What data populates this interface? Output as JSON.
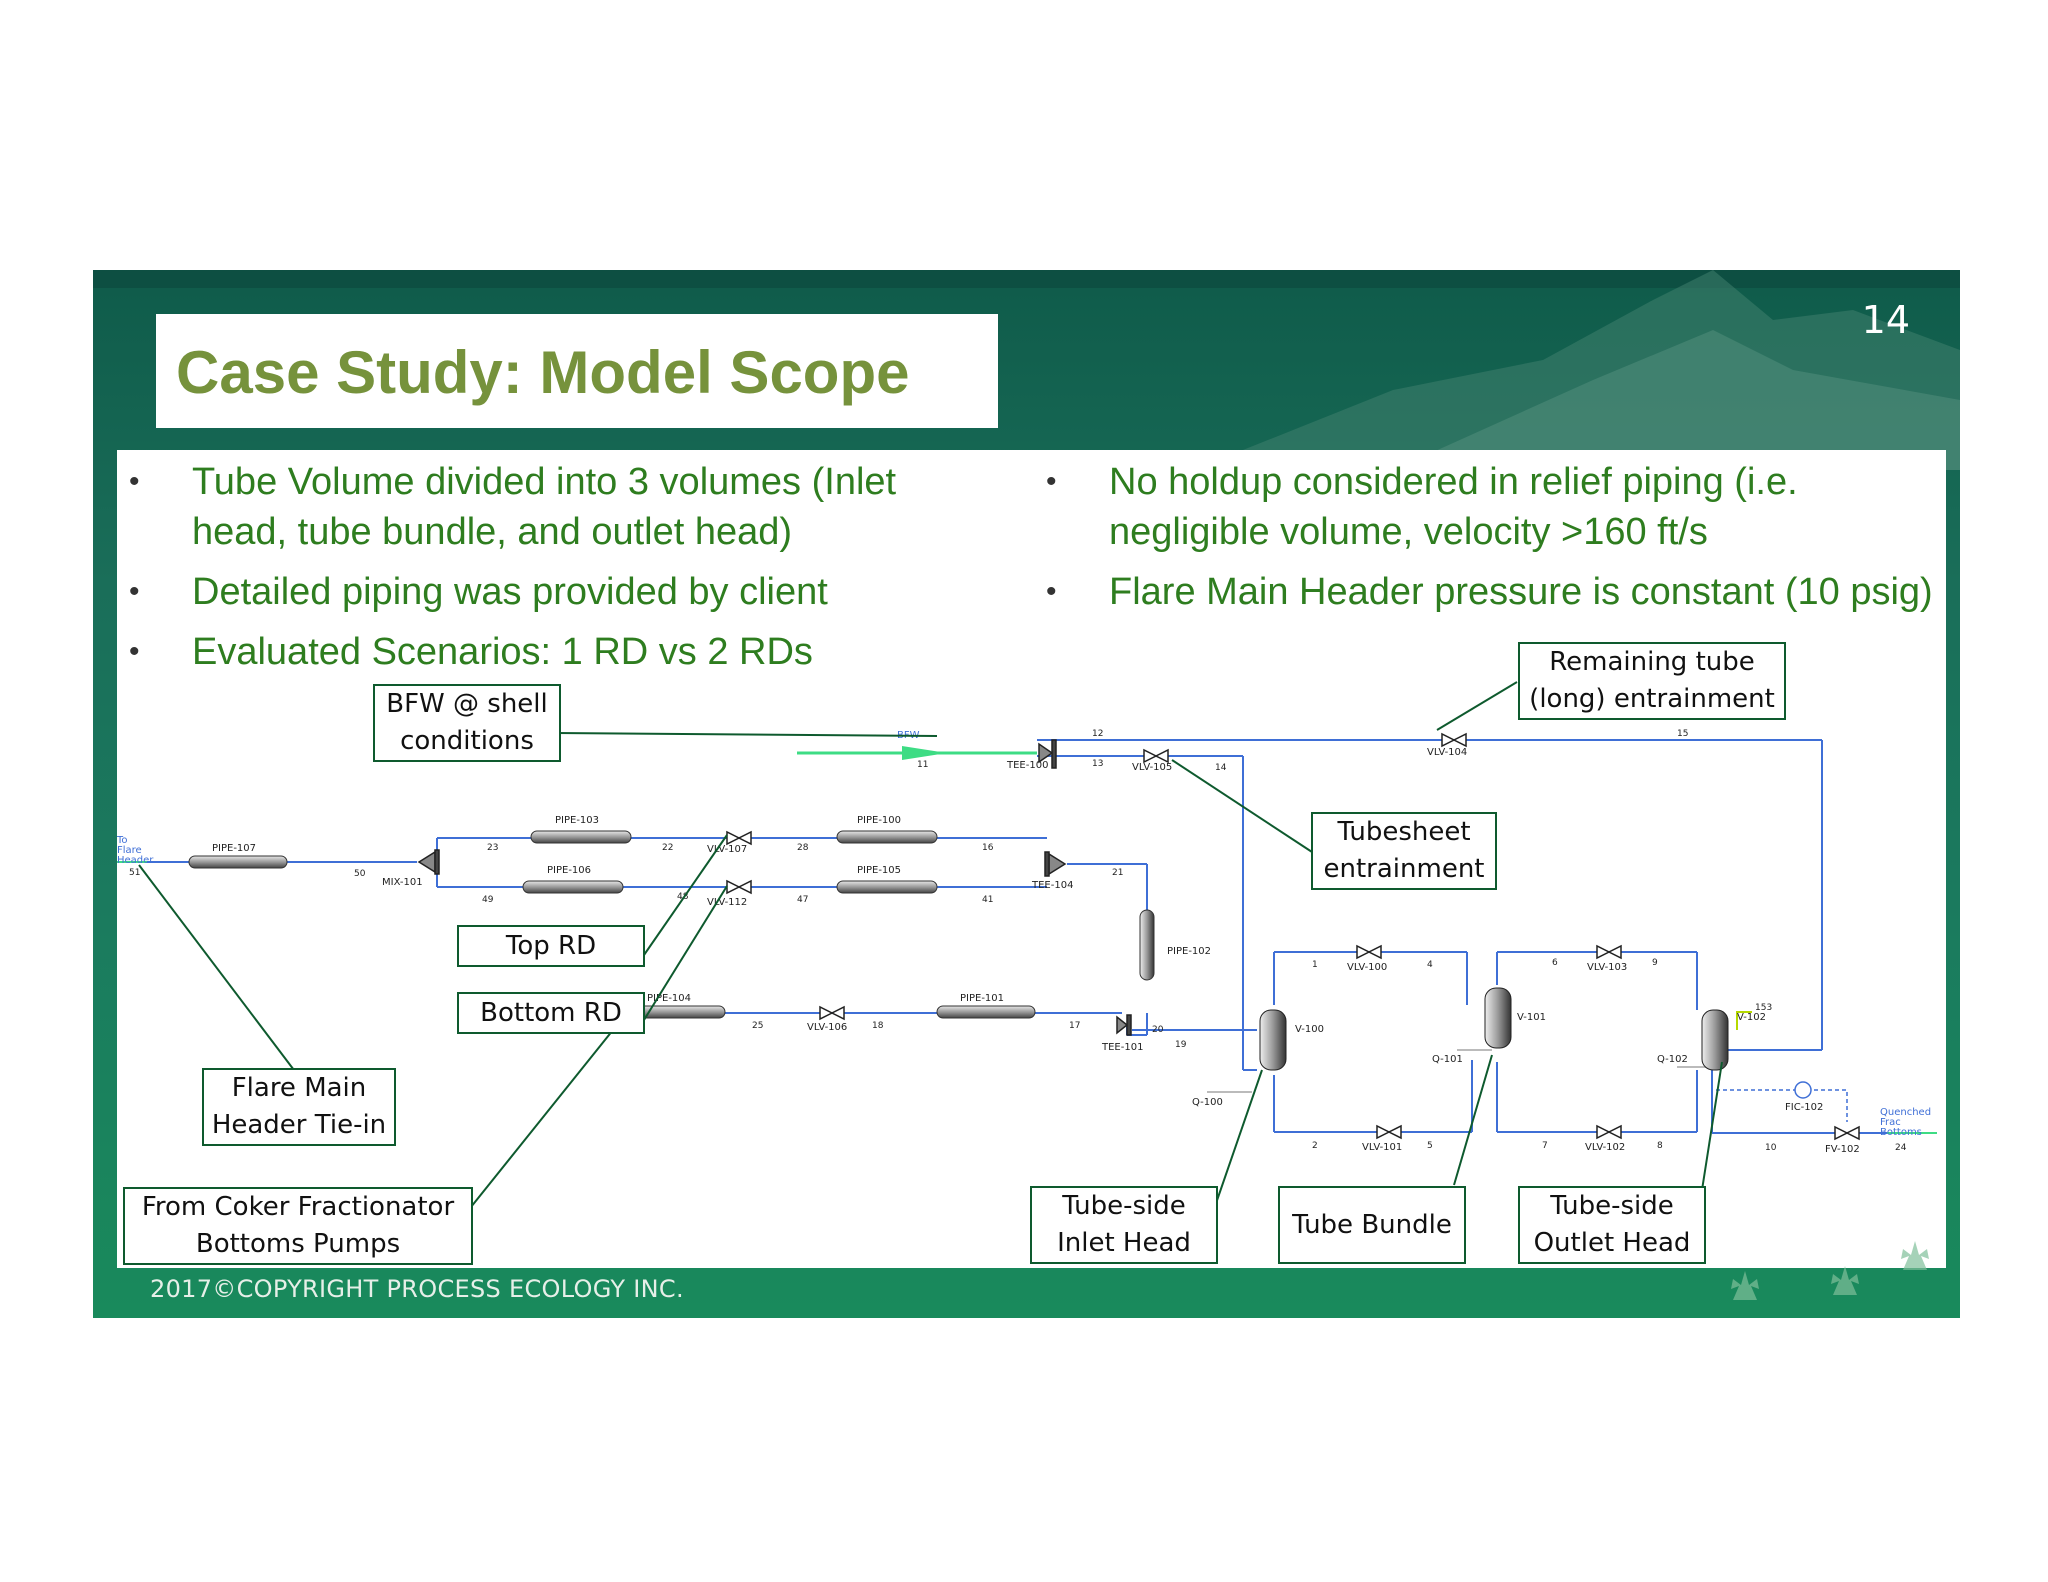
{
  "slide": {
    "title": "Case Study: Model Scope",
    "page_number": "14",
    "footer": "2017©COPYRIGHT PROCESS ECOLOGY INC."
  },
  "bullets_left": [
    "Tube Volume divided into 3 volumes (Inlet head, tube bundle, and  outlet head)",
    "Detailed piping was provided by client",
    "Evaluated Scenarios: 1 RD vs 2 RDs"
  ],
  "bullets_right": [
    "No holdup considered in relief piping (i.e. negligible volume, velocity >160 ft/s",
    "Flare Main Header pressure is constant (10 psig)"
  ],
  "bullet_glyph": "•",
  "callouts": {
    "bfw": [
      "BFW @ shell",
      "conditions"
    ],
    "remaining": [
      "Remaining tube",
      "(long) entrainment"
    ],
    "tubesheet": [
      "Tubesheet",
      "entrainment"
    ],
    "top_rd": "Top RD",
    "bottom_rd": "Bottom RD",
    "flare_main": [
      "Flare Main",
      "Header Tie-in"
    ],
    "coker": [
      "From Coker Fractionator",
      "Bottoms Pumps"
    ],
    "inlet_head": [
      "Tube-side",
      "Inlet Head"
    ],
    "tube_bundle": "Tube Bundle",
    "outlet_head": [
      "Tube-side",
      "Outlet Head"
    ]
  },
  "pfd_labels": {
    "bfw": "BFW",
    "to_flare": [
      "To",
      "Flare",
      "Header"
    ],
    "quenched": [
      "Quenched",
      "Frac",
      "Bottoms"
    ],
    "pipe_107": "PIPE-107",
    "pipe_103": "PIPE-103",
    "pipe_100": "PIPE-100",
    "pipe_106": "PIPE-106",
    "pipe_105": "PIPE-105",
    "pipe_102": "PIPE-102",
    "pipe_104": "PIPE-104",
    "pipe_101": "PIPE-101",
    "mix_101": "MIX-101",
    "tee_100": "TEE-100",
    "tee_104": "TEE-104",
    "tee_101": "TEE-101",
    "vlv_107": "VLV-107",
    "vlv_112": "VLV-112",
    "vlv_105": "VLV-105",
    "vlv_104": "VLV-104",
    "vlv_106": "VLV-106",
    "vlv_100": "VLV-100",
    "vlv_101": "VLV-101",
    "vlv_103": "VLV-103",
    "vlv_102": "VLV-102",
    "v_100": "V-100",
    "v_101": "V-101",
    "v_102": "V-102",
    "q_100": "Q-100",
    "q_101": "Q-101",
    "q_102": "Q-102",
    "fic_102": "FIC-102",
    "fv_102": "FV-102",
    "s51": "51",
    "s50": "50",
    "s23": "23",
    "s22": "22",
    "s28": "28",
    "s16": "16",
    "s49": "49",
    "s48": "48",
    "s47": "47",
    "s41": "41",
    "s21": "21",
    "s11": "11",
    "s12": "12",
    "s13": "13",
    "s14": "14",
    "s15": "15",
    "s20": "20",
    "s19": "19",
    "s17": "17",
    "s18": "18",
    "s25": "25",
    "s1": "1",
    "s4": "4",
    "s2": "2",
    "s5": "5",
    "s6": "6",
    "s9": "9",
    "s7": "7",
    "s8": "8",
    "s153": "153",
    "s10": "10",
    "s24": "24"
  },
  "colors": {
    "title": "#76923c",
    "bullet_text": "#2e7d1f",
    "stream": "#3f6fd6",
    "bfw_stream": "#3ddc84",
    "callout_border": "#0e5a2e"
  }
}
